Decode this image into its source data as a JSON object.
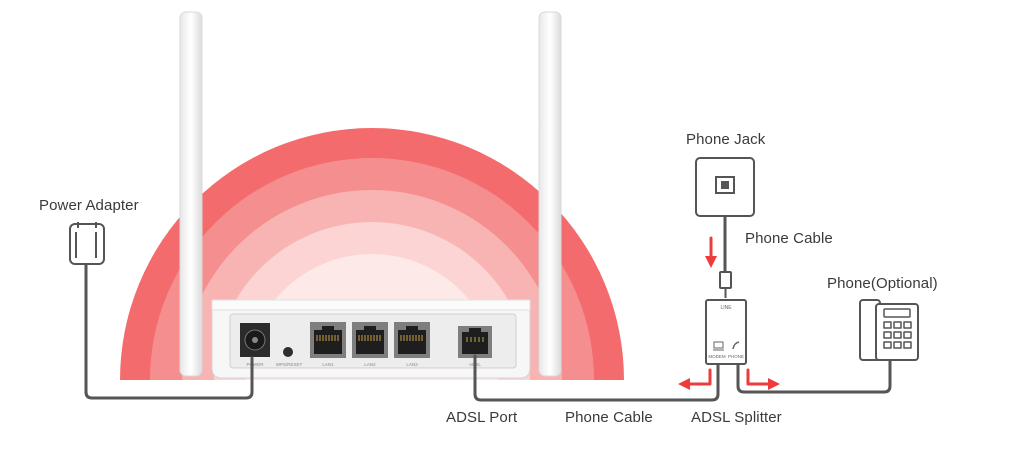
{
  "labels": {
    "power_adapter": "Power Adapter",
    "phone_jack": "Phone Jack",
    "phone_cable_top": "Phone Cable",
    "phone_optional": "Phone(Optional)",
    "adsl_port": "ADSL Port",
    "phone_cable_bottom": "Phone Cable",
    "adsl_splitter": "ADSL Splitter"
  },
  "router_ports": {
    "power": "POWER",
    "wps_reset": "WPS/RESET",
    "lan1": "LAN1",
    "lan2": "LAN2",
    "lan3": "LAN3",
    "adsl": "ADSL"
  },
  "splitter_ports": {
    "line": "LINE",
    "modem": "MODEM",
    "phone": "PHONE"
  },
  "colors": {
    "arc_outer": "#f36b6d",
    "arc_2": "#f58f8f",
    "arc_3": "#f8b4b3",
    "arc_4": "#fbd4d3",
    "arc_inner": "#fde9e8",
    "arrow": "#ee3b3b",
    "cable": "#555555"
  },
  "icons": [
    "power-adapter-icon",
    "phone-jack-icon",
    "adsl-splitter-icon",
    "phone-icon",
    "router-icon"
  ]
}
